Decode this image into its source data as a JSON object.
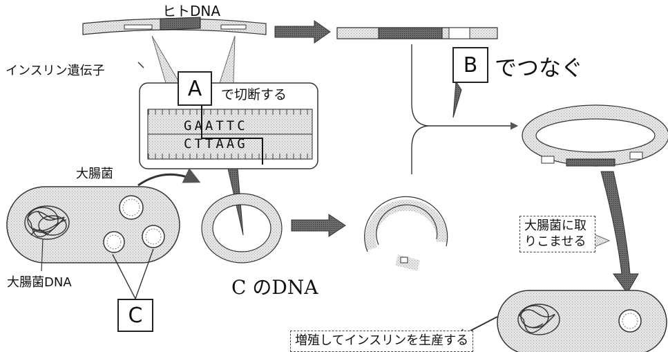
{
  "labels": {
    "human_dna": "ヒトDNA",
    "insulin_gene": "インスリン遺伝子",
    "cut_caption": "で切断する",
    "join_caption": "でつなぐ",
    "ecoli": "大腸菌",
    "ecoli_dna": "大腸菌DNA",
    "c_dna": "C のDNA",
    "insert": "大腸菌に取りこませる",
    "insert_line1": "大腸菌に取",
    "insert_line2": "りこませる",
    "produce": "増殖してインスリンを生産する"
  },
  "boxes": {
    "a": "A",
    "b": "B",
    "c": "C"
  },
  "sequence": {
    "top": "GAATTC",
    "bottom": "CTTAAG"
  },
  "colors": {
    "gene": "#555555",
    "strand": "#dcdcdc",
    "outline": "#222222",
    "arrow": "#6b6b6b",
    "cell": "#e6e6e6"
  }
}
